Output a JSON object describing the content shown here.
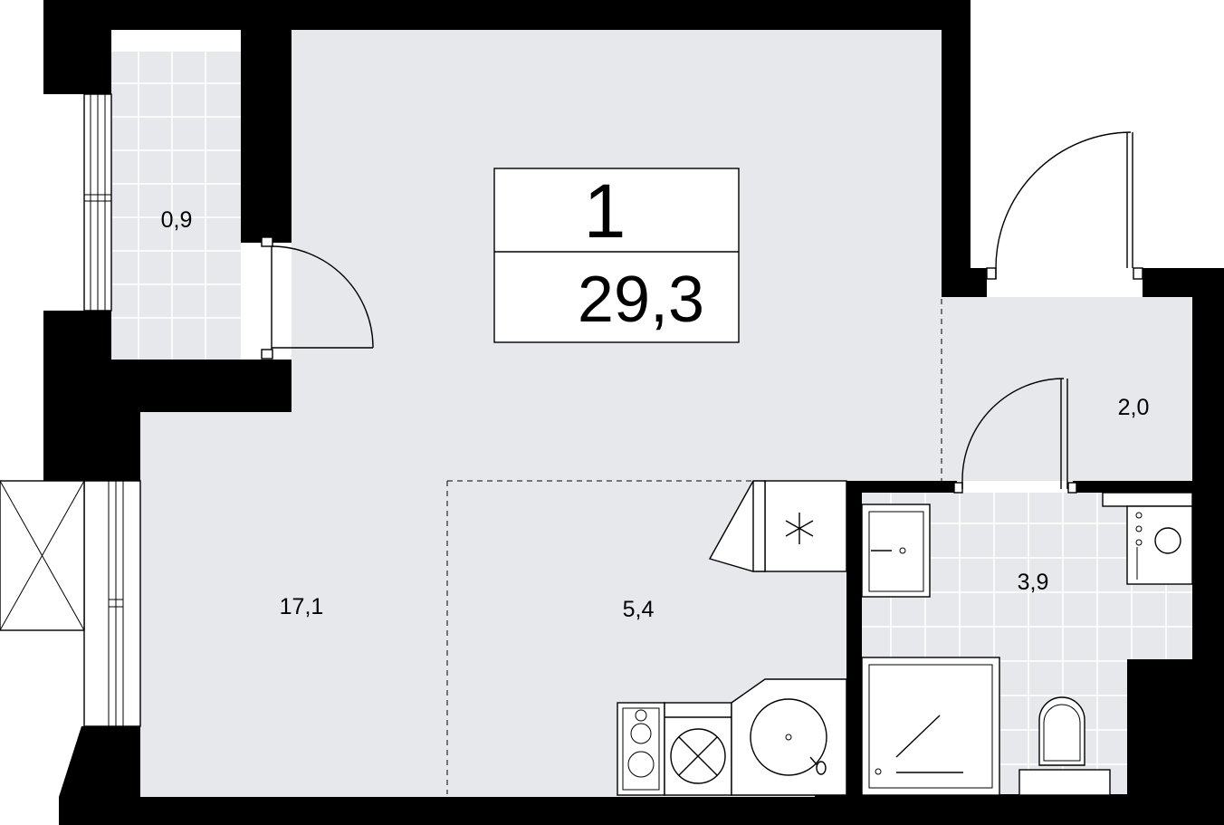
{
  "apartment": {
    "rooms_count": "1",
    "total_area": "29,3"
  },
  "rooms": {
    "loggia_area": "0,9",
    "living_area": "17,1",
    "kitchen_area": "5,4",
    "hallway_area": "2,0",
    "bathroom_area": "3,9"
  },
  "colors": {
    "wall": "#000000",
    "floor": "#e6e8eb",
    "tile_lines": "#ffffff"
  }
}
